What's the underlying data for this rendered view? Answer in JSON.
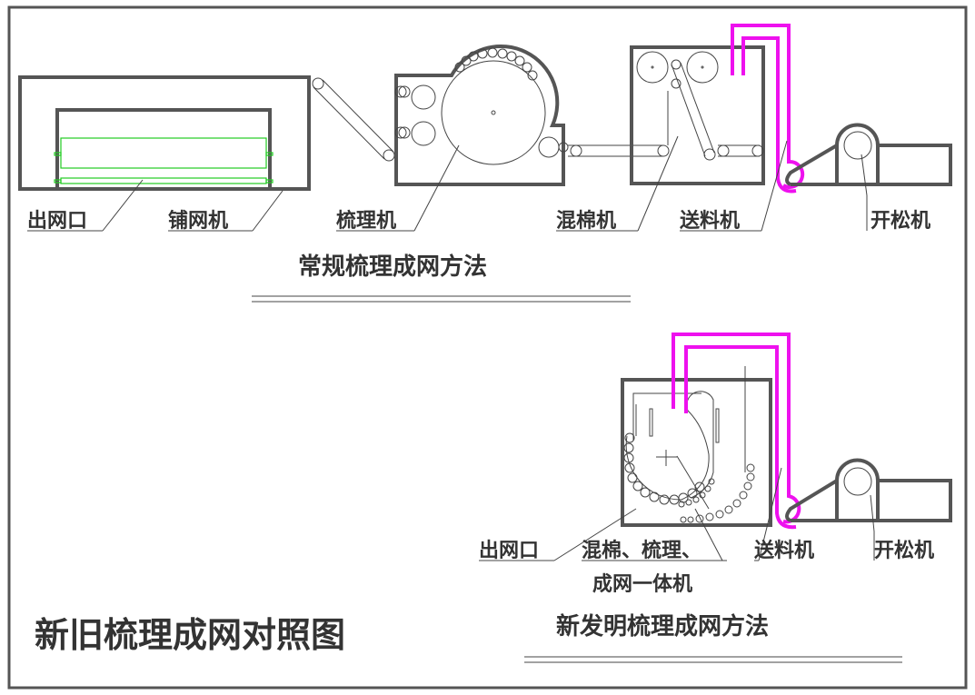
{
  "title": "新旧梳理成网对照图",
  "conventional": {
    "title": "常规梳理成网方法",
    "labels": [
      "出网口",
      "铺网机",
      "梳理机",
      "混棉机",
      "送料机",
      "开松机"
    ]
  },
  "invention": {
    "title": "新发明梳理成网方法",
    "labels": [
      "出网口",
      "混棉、梳理、",
      "成网一体机",
      "送料机",
      "开松机"
    ]
  },
  "colors": {
    "pipe": "#ee11ee",
    "web": "#22cc22",
    "line": "#555555"
  }
}
